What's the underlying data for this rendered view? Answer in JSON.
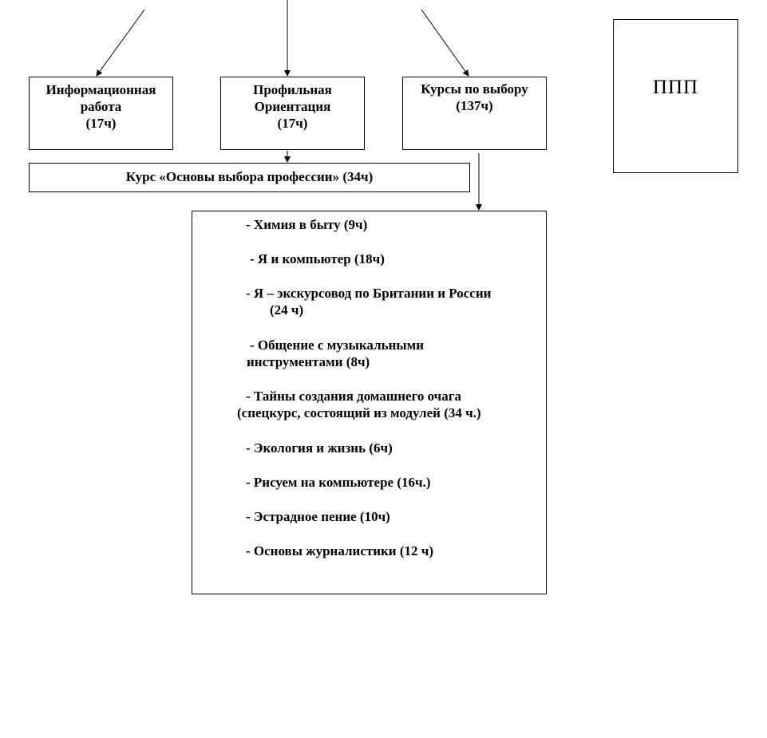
{
  "boxes": {
    "info": {
      "line1": "Информационная",
      "line2": "работа",
      "line3": "(17ч)"
    },
    "prof": {
      "line1": "Профильная",
      "line2": "Ориентация",
      "line3": "(17ч)"
    },
    "kursy": {
      "line1": "Курсы по выбору",
      "line2": "(137ч)"
    },
    "ppp": {
      "label": "ППП"
    },
    "osnovy": {
      "label": "Курс «Основы выбора профессии» (34ч)"
    }
  },
  "courses": [
    {
      "line1": "- Химия в быту (9ч)"
    },
    {
      "line1": "- Я и компьютер (18ч)"
    },
    {
      "line1": "- Я – экскурсовод по Британии и России",
      "line2": "(24 ч)"
    },
    {
      "line1": "- Общение с музыкальными",
      "line2": "инструментами (8ч)"
    },
    {
      "line1": "- Тайны создания домашнего очага",
      "line2": "(спецкурс, состоящий из модулей (34 ч.)"
    },
    {
      "line1": "- Экология и жизнь (6ч)"
    },
    {
      "line1": "- Рисуем на компьютере (16ч.)"
    },
    {
      "line1": "- Эстрадное пение (10ч)"
    },
    {
      "line1": "- Основы журналистики (12 ч)"
    }
  ]
}
